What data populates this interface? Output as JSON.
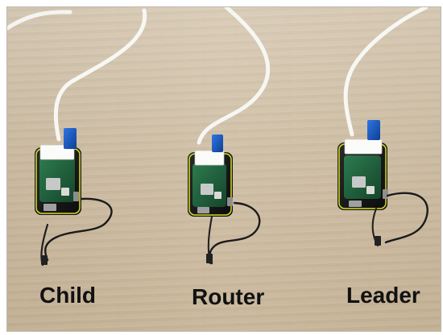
{
  "labels": {
    "child": "Child",
    "router": "Router",
    "leader": "Leader"
  },
  "colors": {
    "table": "#cfbea4",
    "cable": "#f6f6f2",
    "board": "#1d5f3a",
    "case": "#121212",
    "case_accent": "#d2df25",
    "usb_dongle": "#0f4aa8",
    "power_cable": "#1b1b1b"
  }
}
